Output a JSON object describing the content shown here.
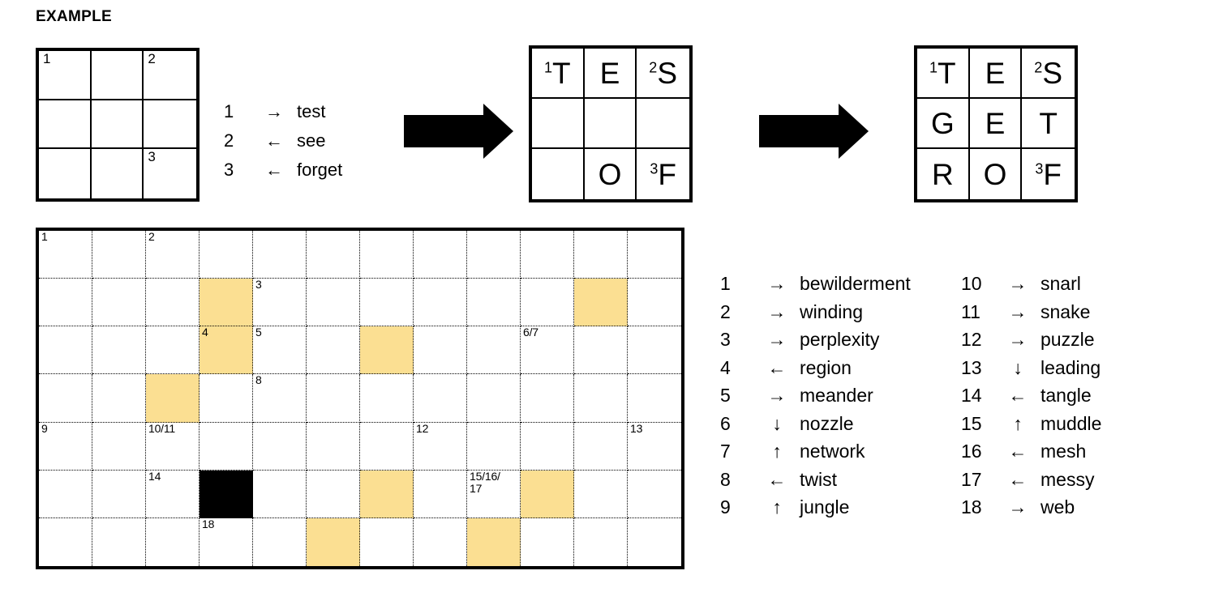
{
  "example": {
    "title": "EXAMPLE",
    "clues": [
      {
        "num": "1",
        "arrow": "→",
        "word": "test"
      },
      {
        "num": "2",
        "arrow": "←",
        "word": "see"
      },
      {
        "num": "3",
        "arrow": "←",
        "word": "forget"
      }
    ],
    "grid_blank": {
      "name": "blank-example-grid",
      "rows": 3,
      "cols": 3,
      "cells": [
        {
          "num": "1",
          "letter": ""
        },
        {
          "num": "",
          "letter": ""
        },
        {
          "num": "2",
          "letter": ""
        },
        {
          "num": "",
          "letter": ""
        },
        {
          "num": "",
          "letter": ""
        },
        {
          "num": "",
          "letter": ""
        },
        {
          "num": "",
          "letter": ""
        },
        {
          "num": "",
          "letter": ""
        },
        {
          "num": "3",
          "letter": ""
        }
      ]
    },
    "grid_partial": {
      "name": "partially-filled-example-grid",
      "rows": 3,
      "cols": 3,
      "cells": [
        {
          "sup": "1",
          "letter": "T"
        },
        {
          "sup": "",
          "letter": "E"
        },
        {
          "sup": "2",
          "letter": "S"
        },
        {
          "sup": "",
          "letter": ""
        },
        {
          "sup": "",
          "letter": ""
        },
        {
          "sup": "",
          "letter": ""
        },
        {
          "sup": "",
          "letter": ""
        },
        {
          "sup": "",
          "letter": "O"
        },
        {
          "sup": "3",
          "letter": "F"
        }
      ]
    },
    "grid_full": {
      "name": "solved-example-grid",
      "rows": 3,
      "cols": 3,
      "cells": [
        {
          "sup": "1",
          "letter": "T"
        },
        {
          "sup": "",
          "letter": "E"
        },
        {
          "sup": "2",
          "letter": "S"
        },
        {
          "sup": "",
          "letter": "G"
        },
        {
          "sup": "",
          "letter": "E"
        },
        {
          "sup": "",
          "letter": "T"
        },
        {
          "sup": "",
          "letter": "R"
        },
        {
          "sup": "",
          "letter": "O"
        },
        {
          "sup": "3",
          "letter": "F"
        }
      ]
    },
    "arrow_1": "block-arrow-right",
    "arrow_2": "block-arrow-right"
  },
  "puzzle": {
    "grid": {
      "rows": 7,
      "cols": 12,
      "highlight_color": "#FBDF92",
      "block_color": "#000000",
      "numbers": [
        {
          "row": 1,
          "col": 1,
          "label": "1"
        },
        {
          "row": 1,
          "col": 3,
          "label": "2"
        },
        {
          "row": 2,
          "col": 5,
          "label": "3"
        },
        {
          "row": 3,
          "col": 4,
          "label": "4"
        },
        {
          "row": 3,
          "col": 5,
          "label": "5"
        },
        {
          "row": 3,
          "col": 10,
          "label": "6/7"
        },
        {
          "row": 4,
          "col": 5,
          "label": "8"
        },
        {
          "row": 5,
          "col": 1,
          "label": "9"
        },
        {
          "row": 5,
          "col": 3,
          "label": "10/11"
        },
        {
          "row": 5,
          "col": 8,
          "label": "12"
        },
        {
          "row": 5,
          "col": 12,
          "label": "13"
        },
        {
          "row": 6,
          "col": 3,
          "label": "14"
        },
        {
          "row": 6,
          "col": 9,
          "label": "15/16/\n17"
        },
        {
          "row": 7,
          "col": 4,
          "label": "18"
        }
      ],
      "highlighted": [
        {
          "row": 2,
          "col": 4
        },
        {
          "row": 2,
          "col": 11
        },
        {
          "row": 3,
          "col": 4
        },
        {
          "row": 3,
          "col": 7
        },
        {
          "row": 4,
          "col": 3
        },
        {
          "row": 6,
          "col": 7
        },
        {
          "row": 6,
          "col": 10
        },
        {
          "row": 7,
          "col": 6
        },
        {
          "row": 7,
          "col": 9
        }
      ],
      "blocked": [
        {
          "row": 6,
          "col": 4
        }
      ]
    },
    "clues_left": [
      {
        "num": "1",
        "arrow": "→",
        "word": "bewilderment"
      },
      {
        "num": "2",
        "arrow": "→",
        "word": "winding"
      },
      {
        "num": "3",
        "arrow": "→",
        "word": "perplexity"
      },
      {
        "num": "4",
        "arrow": "←",
        "word": "region"
      },
      {
        "num": "5",
        "arrow": "→",
        "word": "meander"
      },
      {
        "num": "6",
        "arrow": "↓",
        "word": "nozzle"
      },
      {
        "num": "7",
        "arrow": "↑",
        "word": "network"
      },
      {
        "num": "8",
        "arrow": "←",
        "word": "twist"
      },
      {
        "num": "9",
        "arrow": "↑",
        "word": "jungle"
      }
    ],
    "clues_right": [
      {
        "num": "10",
        "arrow": "→",
        "word": "snarl"
      },
      {
        "num": "11",
        "arrow": "→",
        "word": "snake"
      },
      {
        "num": "12",
        "arrow": "→",
        "word": "puzzle"
      },
      {
        "num": "13",
        "arrow": "↓",
        "word": "leading"
      },
      {
        "num": "14",
        "arrow": "←",
        "word": "tangle"
      },
      {
        "num": "15",
        "arrow": "↑",
        "word": "muddle"
      },
      {
        "num": "16",
        "arrow": "←",
        "word": "mesh"
      },
      {
        "num": "17",
        "arrow": "←",
        "word": "messy"
      },
      {
        "num": "18",
        "arrow": "→",
        "word": "web"
      }
    ]
  }
}
